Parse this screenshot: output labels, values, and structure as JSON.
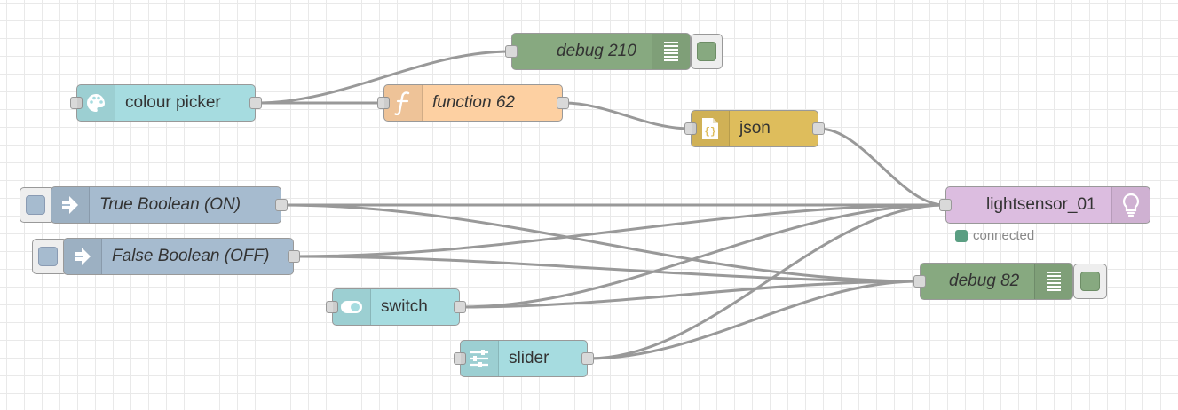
{
  "colors": {
    "canvas": "#ffffff",
    "grid": "#e9e9e9",
    "wire": "#999999",
    "debug": "#87a980",
    "function": "#fdd0a2",
    "json": "#debd5c",
    "dashboard": "#a6dce0",
    "inject": "#a6bbcf",
    "homekit": "#dcbde0",
    "status_connected": "#5a9e82"
  },
  "nodes": {
    "colour_picker": {
      "label": "colour picker",
      "icon": "palette-icon"
    },
    "function_62": {
      "label": "function 62",
      "icon": "function-icon"
    },
    "debug_210": {
      "label": "debug 210",
      "icon": "debug-list-icon"
    },
    "json": {
      "label": "json",
      "icon": "json-braces-icon"
    },
    "true_boolean": {
      "label": "True Boolean (ON)",
      "icon": "inject-arrow-icon"
    },
    "false_boolean": {
      "label": "False Boolean (OFF)",
      "icon": "inject-arrow-icon"
    },
    "switch": {
      "label": "switch",
      "icon": "toggle-icon"
    },
    "slider": {
      "label": "slider",
      "icon": "sliders-icon"
    },
    "lightsensor": {
      "label": "lightsensor_01",
      "icon": "lightbulb-icon",
      "status": "connected"
    },
    "debug_82": {
      "label": "debug 82",
      "icon": "debug-list-icon"
    }
  },
  "wires": [
    [
      "colour_picker",
      "debug_210"
    ],
    [
      "colour_picker",
      "function_62"
    ],
    [
      "function_62",
      "json"
    ],
    [
      "json",
      "lightsensor"
    ],
    [
      "true_boolean",
      "lightsensor"
    ],
    [
      "true_boolean",
      "debug_82"
    ],
    [
      "false_boolean",
      "lightsensor"
    ],
    [
      "false_boolean",
      "debug_82"
    ],
    [
      "switch",
      "lightsensor"
    ],
    [
      "switch",
      "debug_82"
    ],
    [
      "slider",
      "lightsensor"
    ],
    [
      "slider",
      "debug_82"
    ]
  ]
}
